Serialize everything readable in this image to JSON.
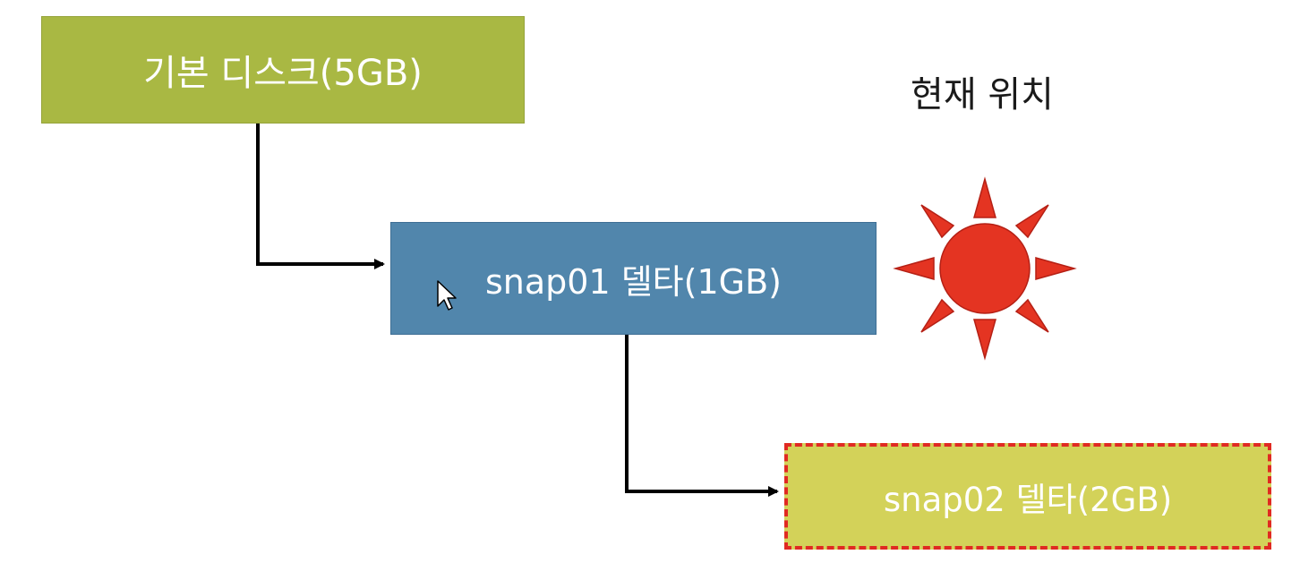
{
  "nodes": {
    "base_disk": {
      "label": "기본 디스크(5GB)"
    },
    "snap01": {
      "label": "snap01 델타(1GB)"
    },
    "snap02": {
      "label": "snap02 델타(2GB)"
    }
  },
  "current_position_label": "현재 위치",
  "colors": {
    "base_disk_fill": "#a9b843",
    "snap01_fill": "#5186ac",
    "snap02_fill": "#d3d259",
    "snap02_border": "#e02a22",
    "sun_fill": "#e43422",
    "connector": "#000000"
  },
  "icons": {
    "current_marker": "sun-icon",
    "pointer": "mouse-cursor-icon"
  }
}
